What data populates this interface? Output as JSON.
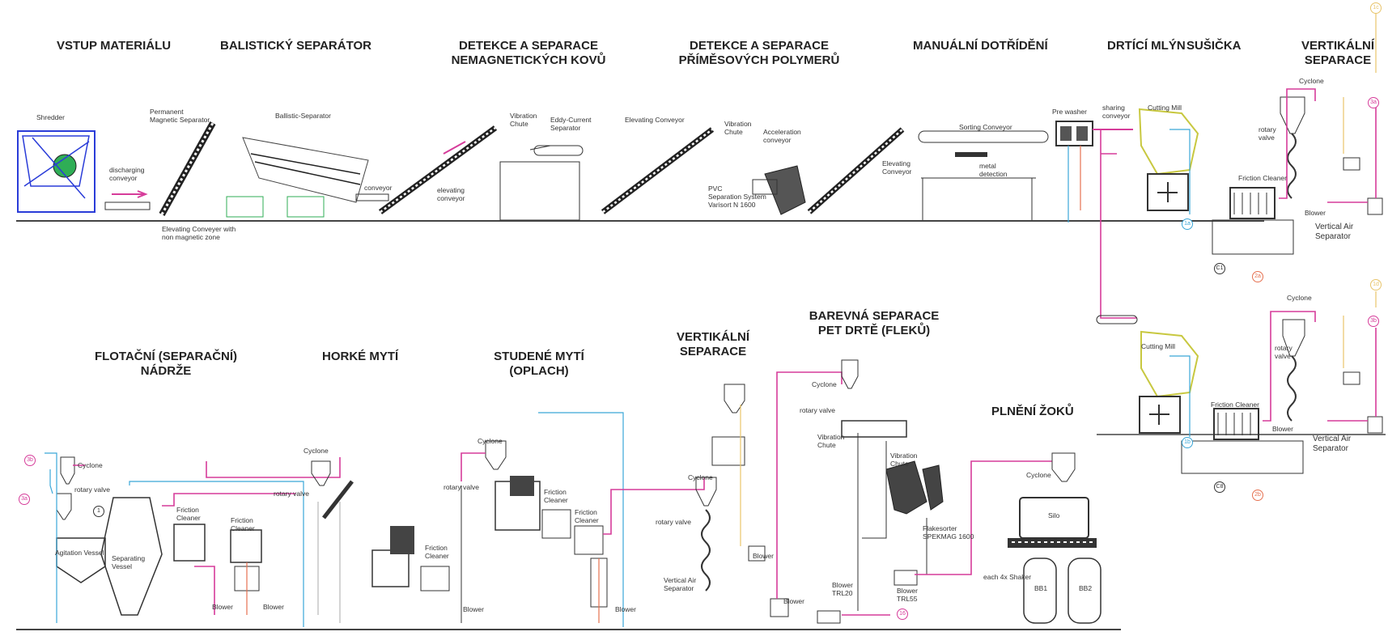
{
  "section_headings": {
    "vstup": "VSTUP MATERIÁLU",
    "balisticky": "BALISTICKÝ SEPARÁTOR",
    "detekce_kovu": "DETEKCE A SEPARACE\nNEMAGNETICKÝCH KOVŮ",
    "detekce_polymeru": "DETEKCE A SEPARACE\nPŘÍMĚSOVÝCH POLYMERŮ",
    "manualni": "MANUÁLNÍ DOTŘÍDĚNÍ",
    "drtici": "DRTÍCÍ MLÝN",
    "susicka": "SUŠIČKA",
    "vertikalni_top": "VERTIKÁLNÍ\nSEPARACE",
    "flotacni": "FLOTAČNÍ (SEPARAČNÍ)\nNÁDRŽE",
    "horke": "HORKÉ MYTÍ",
    "studene": "STUDENÉ MYTÍ\n(OPLACH)",
    "vertikalni_bottom": "VERTIKÁLNÍ\nSEPARACE",
    "barevna": "BAREVNÁ SEPARACE\nPET DRTĚ (FLEKŮ)",
    "plneni": "PLNĚNÍ ŽOKŮ"
  },
  "equipment_labels": {
    "shredder": "Shredder",
    "discharging": "discharging\nconveyor",
    "permanent": "Permanent\nMagnetic Separator",
    "elevating_nm": "Elevating Conveyer with\nnon magnetic zone",
    "ballistic": "Ballistic-Separator",
    "conveyor": "conveyor",
    "elevating_conv": "elevating\nconveyor",
    "vib_chute": "Vibration\nChute",
    "eddy": "Eddy-Current\nSeparator",
    "elevating_conveyor": "Elevating Conveyor",
    "vib_chute2": "Vibration\nChute",
    "accel": "Acceleration\nconveyor",
    "pvc": "PVC\nSeparation System\nVarisort N 1600",
    "elevating_conveyor2": "Elevating\nConveyor",
    "sorting": "Sorting Conveyor",
    "metal": "metal\ndetection",
    "prewasher": "Pre washer",
    "sharing": "sharing\nconveyor",
    "cutting_top": "Cutting Mill",
    "cyclone_tr": "Cyclone",
    "rotary_tr": "rotary\nvalve",
    "friction_tr": "Friction Cleaner",
    "blower_tr": "Blower",
    "vas_tr": "Vertical Air\nSeparator",
    "cutting_bottom": "Cutting Mill",
    "cyclone_mr": "Cyclone",
    "rotary_mr": "rotary\nvalve",
    "friction_mr": "Friction Cleaner",
    "blower_mr": "Blower",
    "vas_mr": "Vertical Air\nSeparator",
    "cyclone_fl": "Cyclone",
    "rotary_fl": "rotary valve",
    "agitation": "Agitation Vessel",
    "separating": "Separating\nVessel",
    "friction_fl1": "Friction\nCleaner",
    "friction_fl2": "Friction\nCleaner",
    "blower_fl1": "Blower",
    "blower_fl2": "Blower",
    "cyclone_hm": "Cyclone",
    "rotary_hm": "rotary valve",
    "friction_hm": "Friction\nCleaner",
    "blower_hm": "Blower",
    "cyclone_sm": "Cyclone",
    "rotary_sm": "rotary valve",
    "friction_sm1": "Friction\nCleaner",
    "friction_sm2": "Friction\nCleaner",
    "blower_sm": "Blower",
    "cyclone_vs": "Cyclone",
    "rotary_vs": "rotary valve",
    "vas_vs": "Vertical Air\nSeparator",
    "blower_vs1": "Blower",
    "blower_vs2": "Blower",
    "cyclone_bs": "Cyclone",
    "rotary_bs": "rotary valve",
    "vib_bs1": "Vibration\nChute",
    "vib_bs2": "Vibration\nChute",
    "flakesorter": "Flakesorter\nSPEKMAG 1600",
    "blower_trl20": "Blower\nTRL20",
    "blower_trl55": "Blower\nTRL55",
    "cyclone_pz": "Cyclone",
    "silo": "Silo",
    "shaker": "each 4x Shaker",
    "bb1": "BB1",
    "bb2": "BB2"
  },
  "badges": {
    "c1": "C1",
    "c8": "C8",
    "2a": "2a",
    "2b": "2b",
    "3a": "3a",
    "3b": "3b",
    "1a": "1a",
    "1b": "1b",
    "1c": "1c",
    "1d": "1d",
    "1": "1",
    "16": "16",
    "3a_l": "3a",
    "3b_l": "3b"
  },
  "colors": {
    "process": "#d63c9a",
    "water": "#3aa7d8",
    "waste": "#e5704f",
    "air": "#e8c46a",
    "machine": "#333333",
    "frame": "#2a3cd8",
    "green": "#2fae56"
  }
}
